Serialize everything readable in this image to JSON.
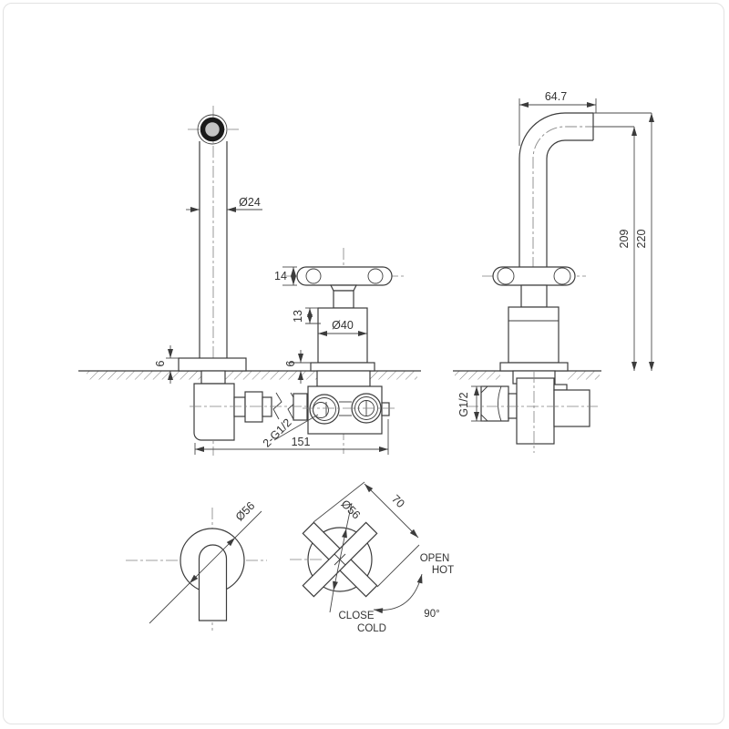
{
  "front_view": {
    "spout_diameter": "Ø24",
    "handle_bar_height": "14",
    "cap_height": "13",
    "body_diameter": "Ø40",
    "spout_flange_thickness": "6",
    "valve_flange_thickness": "6",
    "inlet_thread": "2-G1/2",
    "overall_width": "151"
  },
  "side_view": {
    "spout_reach": "64.7",
    "outlet_height": "209",
    "overall_height": "220",
    "outlet_thread": "G1/2"
  },
  "bottom_views": {
    "spout_flange_diameter": "Ø56",
    "handle_flange_diameter": "Ø56",
    "handle_span": "70",
    "open_label": "OPEN",
    "hot_label": "HOT",
    "close_label": "CLOSE",
    "cold_label": "COLD",
    "rotation_angle": "90°"
  },
  "colors": {
    "line": "#3c3c3c",
    "background": "#ffffff"
  }
}
